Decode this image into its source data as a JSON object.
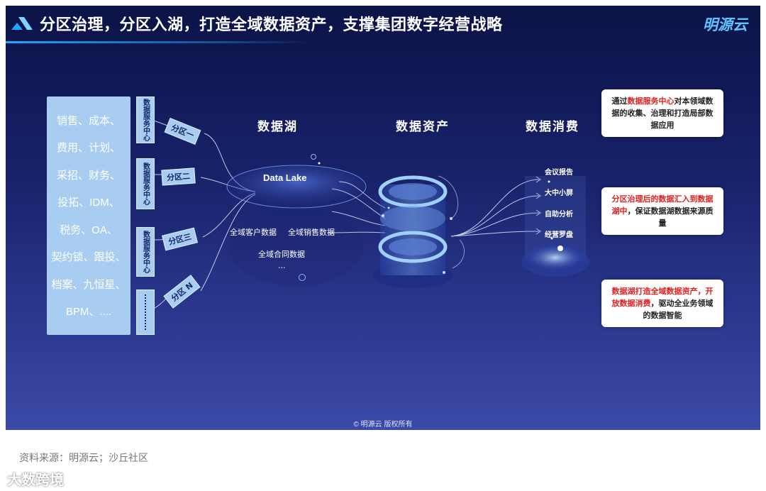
{
  "header": {
    "title": "分区治理，分区入湖，打造全域数据资产，支撑集团数字经营战略",
    "brand": "明源云"
  },
  "domains": [
    "销售、成本、",
    "费用、计划、",
    "采招、财务、",
    "投拓、IDM、",
    "税务、OA、",
    "契约锁、跟投、",
    "档案、九恒星、",
    "BPM、...."
  ],
  "service_centers": [
    "数据服务中心",
    "数据服务中心",
    "数据服务中心"
  ],
  "partitions": [
    "分区一",
    "分区二",
    "分区三",
    "分区 N"
  ],
  "stages": {
    "lake": "数据湖",
    "asset": "数据资产",
    "consume": "数据消费"
  },
  "lake": {
    "label": "Data Lake",
    "items": [
      "全域客户数据",
      "全域销售数据",
      "全域合同数据",
      "..."
    ]
  },
  "consumption": [
    "会议报告",
    "大中小屏",
    "自助分析",
    "经营罗盘"
  ],
  "notes": [
    {
      "highlight": "数据服务中心",
      "prefix": "通过",
      "suffix": "对本领域数据的收集、治理和打造局部数据应用"
    },
    {
      "highlight": "分区治理后的数据汇入到数据湖中",
      "prefix": "",
      "suffix": "，保证数据湖数据来源质量"
    },
    {
      "highlight": "数据湖打造全域数据资产，开放数据消费",
      "prefix": "",
      "suffix": "，驱动全业务领域的数据智能"
    }
  ],
  "footer": {
    "copyright": "© 明源云   版权所有",
    "source": "资料来源：明源云；沙丘社区",
    "watermark": "大数跨境"
  },
  "colors": {
    "accent": "#1fa6ff",
    "box": "#a8cdf0",
    "highlight": "#e02020"
  }
}
